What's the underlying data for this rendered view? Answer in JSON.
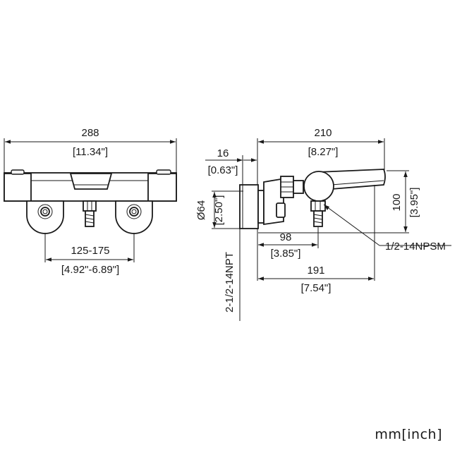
{
  "front_view": {
    "width_mm": "288",
    "width_in": "[11.34\"]",
    "spacing_mm": "125-175",
    "spacing_in": "[4.92\"-6.89\"]"
  },
  "side_view": {
    "depth_mm": "210",
    "depth_in": "[8.27\"]",
    "offset_mm": "16",
    "offset_in": "[0.63\"]",
    "diameter_mm": "Ø64",
    "diameter_in": "[2.50\"]",
    "height_mm": "100",
    "height_in": "[3.95\"]",
    "outlet_mm": "98",
    "outlet_in": "[3.85\"]",
    "total_mm": "191",
    "total_in": "[7.54\"]",
    "thread_outlet": "1/2-14NPSM",
    "thread_inlet": "2-1/2-14NPT"
  },
  "units_note": "mm[inch]"
}
